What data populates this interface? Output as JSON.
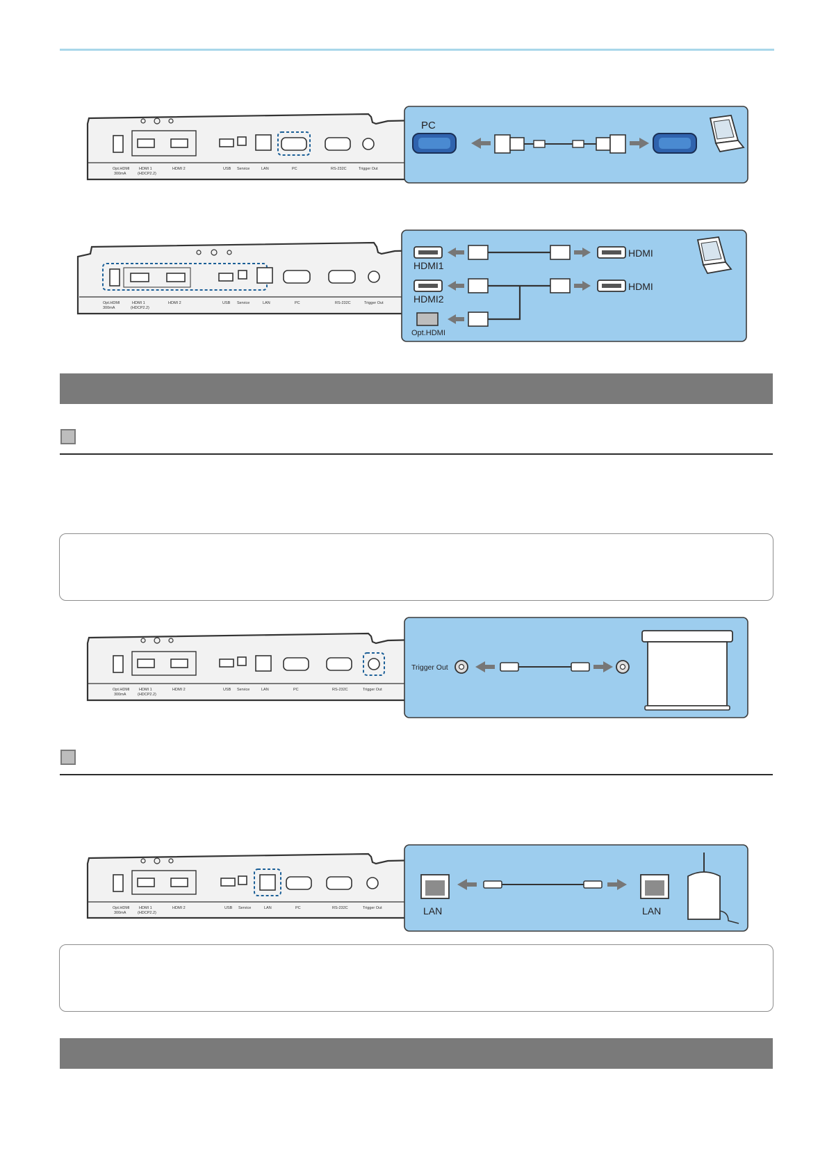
{
  "figures": {
    "port_labels": {
      "opt_hdmi": "Opt.HDMI",
      "opt_hdmi_current": "300mA",
      "hdmi1": "HDMI 1",
      "hdmi1_hdcp": "(HDCP2.2)",
      "hdmi2": "HDMI 2",
      "usb": "USB",
      "service": "Service",
      "lan": "LAN",
      "pc": "PC",
      "rs232c": "RS-232C",
      "trigger_out": "Trigger Out"
    },
    "pc_panel": {
      "pc_label": "PC"
    },
    "hdmi_panel": {
      "hdmi1": "HDMI1",
      "hdmi2": "HDMI2",
      "opt_hdmi": "Opt.HDMI",
      "dest_hdmi_a": "HDMI",
      "dest_hdmi_b": "HDMI"
    },
    "trigger_panel": {
      "trigger_label": "Trigger Out"
    },
    "lan_panel": {
      "lan_left": "LAN",
      "lan_right": "LAN"
    }
  }
}
